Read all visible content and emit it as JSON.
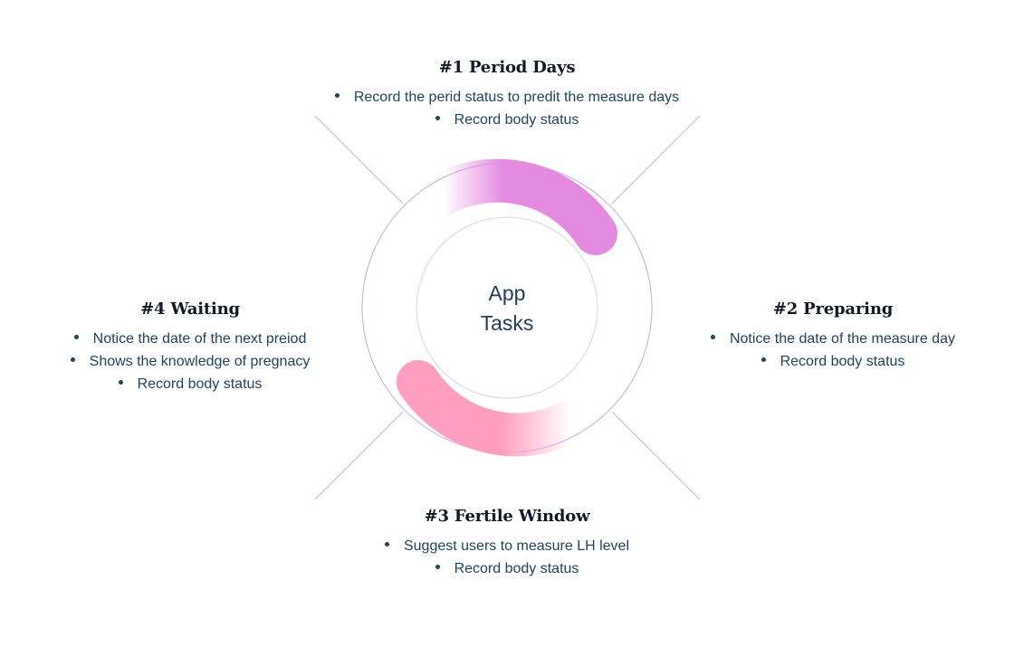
{
  "center": {
    "line1": "App",
    "line2": "Tasks"
  },
  "sections": [
    {
      "title": "#1 Period Days",
      "bullets": [
        "Record the perid status to predit the measure days",
        "Record body status"
      ]
    },
    {
      "title": "#2 Preparing",
      "bullets": [
        "Notice the date of the measure day",
        "Record body status"
      ]
    },
    {
      "title": "#3 Fertile Window",
      "bullets": [
        "Suggest users to measure LH level",
        "Record body status"
      ]
    },
    {
      "title": "#4 Waiting",
      "bullets": [
        "Notice the date of the next preiod",
        "Shows the knowledge of pregnacy",
        "Record body status"
      ]
    }
  ],
  "colors": {
    "line": "#c9c2f0",
    "ring_outline": "#cbb8ee",
    "arc_top": "#e48ae0",
    "arc_bottom": "#ff9fbf",
    "text_dark": "#121826",
    "text_body": "#1f4560"
  }
}
